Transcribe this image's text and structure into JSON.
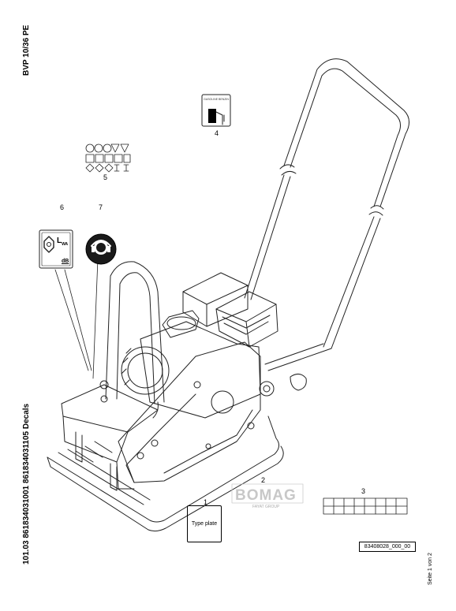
{
  "document": {
    "model": "BVP 10/36 PE",
    "title_line": "101.03 861834031001 861834031105 Decals",
    "page_label": "Seite 1 von 2",
    "drawing_number": "83408028_000_00"
  },
  "callouts": [
    "1",
    "2",
    "3",
    "4",
    "5",
    "6",
    "7"
  ],
  "decals": {
    "type_plate_label": "Type plate",
    "fuel_label_text": "GASOLINE BENZIN",
    "noise_label_text": "L",
    "noise_label_sub": "WA",
    "noise_unit": "dB",
    "brand_text": "BOMAG",
    "brand_subtext": "FAYAT GROUP"
  }
}
